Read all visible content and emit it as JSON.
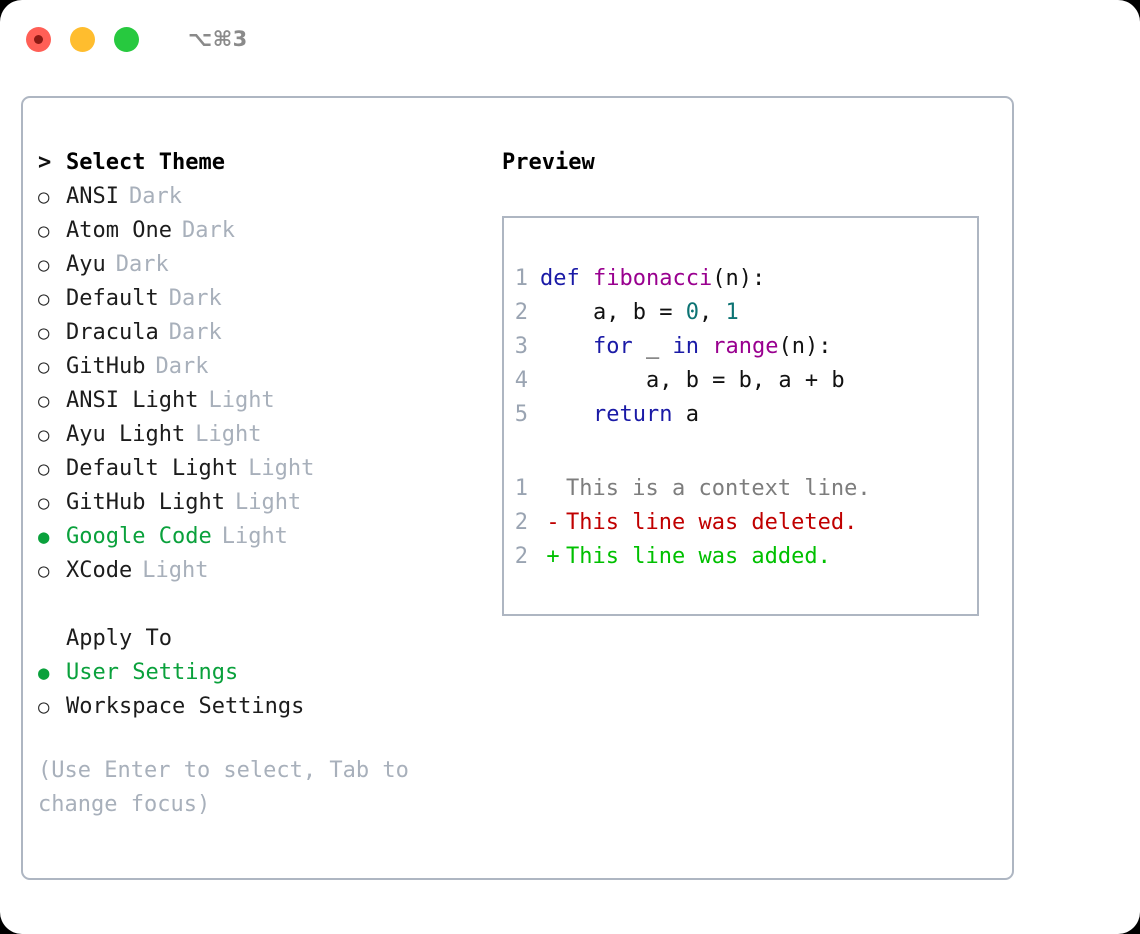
{
  "titlebar": {
    "shortcut": "⌥⌘3",
    "buttons": [
      {
        "name": "close",
        "color": "#ff5f56"
      },
      {
        "name": "minimize",
        "color": "#ffbd2e"
      },
      {
        "name": "maximize",
        "color": "#27c93f"
      }
    ]
  },
  "theme_picker": {
    "header_marker": ">",
    "header": "Select Theme",
    "marker_selected": "●",
    "marker_unselected": "○",
    "items": [
      {
        "name": "ANSI",
        "tag": "Dark",
        "selected": false
      },
      {
        "name": "Atom One",
        "tag": "Dark",
        "selected": false
      },
      {
        "name": "Ayu",
        "tag": "Dark",
        "selected": false
      },
      {
        "name": "Default",
        "tag": "Dark",
        "selected": false
      },
      {
        "name": "Dracula",
        "tag": "Dark",
        "selected": false
      },
      {
        "name": "GitHub",
        "tag": "Dark",
        "selected": false
      },
      {
        "name": "ANSI Light",
        "tag": "Light",
        "selected": false
      },
      {
        "name": "Ayu Light",
        "tag": "Light",
        "selected": false
      },
      {
        "name": "Default Light",
        "tag": "Light",
        "selected": false
      },
      {
        "name": "GitHub Light",
        "tag": "Light",
        "selected": false
      },
      {
        "name": "Google Code",
        "tag": "Light",
        "selected": true
      },
      {
        "name": "XCode",
        "tag": "Light",
        "selected": false
      }
    ]
  },
  "apply_to": {
    "header": "Apply To",
    "items": [
      {
        "name": "User Settings",
        "selected": true
      },
      {
        "name": "Workspace Settings",
        "selected": false
      }
    ]
  },
  "hint": "(Use Enter to select, Tab to change focus)",
  "preview": {
    "title": "Preview",
    "code_lines": [
      {
        "no": "1",
        "segments": [
          {
            "t": "def ",
            "c": "kw"
          },
          {
            "t": "fibonacci",
            "c": "fn"
          },
          {
            "t": "(n):",
            "c": "plain"
          }
        ]
      },
      {
        "no": "2",
        "segments": [
          {
            "t": "    a, b = ",
            "c": "plain"
          },
          {
            "t": "0",
            "c": "num"
          },
          {
            "t": ", ",
            "c": "plain"
          },
          {
            "t": "1",
            "c": "num"
          }
        ]
      },
      {
        "no": "3",
        "segments": [
          {
            "t": "    ",
            "c": "plain"
          },
          {
            "t": "for",
            "c": "kw"
          },
          {
            "t": " _ ",
            "c": "plain"
          },
          {
            "t": "in",
            "c": "kw"
          },
          {
            "t": " ",
            "c": "plain"
          },
          {
            "t": "range",
            "c": "fn"
          },
          {
            "t": "(n):",
            "c": "plain"
          }
        ]
      },
      {
        "no": "4",
        "segments": [
          {
            "t": "        a, b = b, a + b",
            "c": "plain"
          }
        ]
      },
      {
        "no": "5",
        "segments": [
          {
            "t": "    ",
            "c": "plain"
          },
          {
            "t": "return",
            "c": "kw"
          },
          {
            "t": " a",
            "c": "plain"
          }
        ]
      }
    ],
    "diff_lines": [
      {
        "no": "1",
        "mark": "",
        "text": "This is a context line.",
        "kind": "ctx"
      },
      {
        "no": "2",
        "mark": "-",
        "text": "This line was deleted.",
        "kind": "del"
      },
      {
        "no": "2",
        "mark": "+",
        "text": "This line was added.",
        "kind": "add"
      }
    ]
  },
  "colors": {
    "accent_green": "#0aa13c",
    "muted": "#a8b0bb",
    "border": "#aeb6c2",
    "keyword": "#1a1aa6",
    "function": "#99008f",
    "number": "#0c7373",
    "diff_add": "#00c000",
    "diff_del": "#c00000"
  }
}
